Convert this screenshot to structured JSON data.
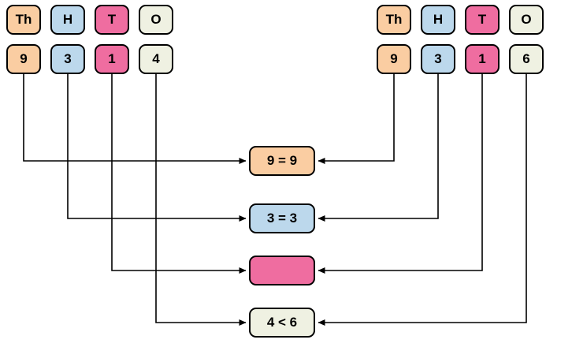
{
  "left_panel": {
    "headers": [
      {
        "label": "Th",
        "color": "peach"
      },
      {
        "label": "H",
        "color": "blue"
      },
      {
        "label": "T",
        "color": "pink"
      },
      {
        "label": "O",
        "color": "cream"
      }
    ],
    "digits": [
      {
        "value": "9",
        "color": "peach"
      },
      {
        "value": "3",
        "color": "blue"
      },
      {
        "value": "1",
        "color": "pink"
      },
      {
        "value": "4",
        "color": "cream"
      }
    ]
  },
  "right_panel": {
    "headers": [
      {
        "label": "Th",
        "color": "peach"
      },
      {
        "label": "H",
        "color": "blue"
      },
      {
        "label": "T",
        "color": "pink"
      },
      {
        "label": "O",
        "color": "cream"
      }
    ],
    "digits": [
      {
        "value": "9",
        "color": "peach"
      },
      {
        "value": "3",
        "color": "blue"
      },
      {
        "value": "1",
        "color": "pink"
      },
      {
        "value": "6",
        "color": "cream"
      }
    ]
  },
  "comparisons": [
    {
      "text": "9 = 9",
      "color": "peach"
    },
    {
      "text": "3 = 3",
      "color": "blue"
    },
    {
      "text": "",
      "color": "pink"
    },
    {
      "text": "4 < 6",
      "color": "cream"
    }
  ],
  "colors": {
    "peach": "#facda2",
    "blue": "#bcd8ec",
    "pink": "#ef6da0",
    "cream": "#eff1e2",
    "border": "#000000",
    "arrow": "#000000"
  }
}
